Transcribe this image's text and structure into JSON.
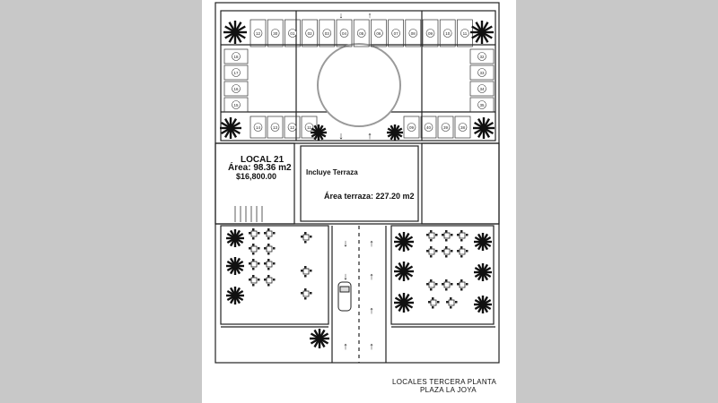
{
  "local": {
    "title": "LOCAL 21",
    "area": "Área: 98.36 m2",
    "price": "$16,800.00"
  },
  "terraza": {
    "includes": "Incluye Terraza",
    "area": "Área terraza: 227.20 m2"
  },
  "footer": {
    "line1": "LOCALES TERCERA PLANTA",
    "line2": "PLAZA LA JOYA"
  },
  "spaces": {
    "top_row": [
      "12",
      "30",
      "01",
      "02",
      "03",
      "04",
      "05",
      "06",
      "07",
      "08",
      "09",
      "10",
      "11"
    ],
    "left_column": [
      "18",
      "17",
      "16",
      "15"
    ],
    "right_column": [
      "32",
      "33",
      "34",
      "35"
    ],
    "bottom_left": [
      "14",
      "13",
      "12",
      "11"
    ],
    "bottom_right": [
      "09",
      "40",
      "39",
      "38"
    ]
  },
  "colors": {
    "line": "#222222",
    "sheet": "#ffffff",
    "background": "#c8c8c8"
  }
}
